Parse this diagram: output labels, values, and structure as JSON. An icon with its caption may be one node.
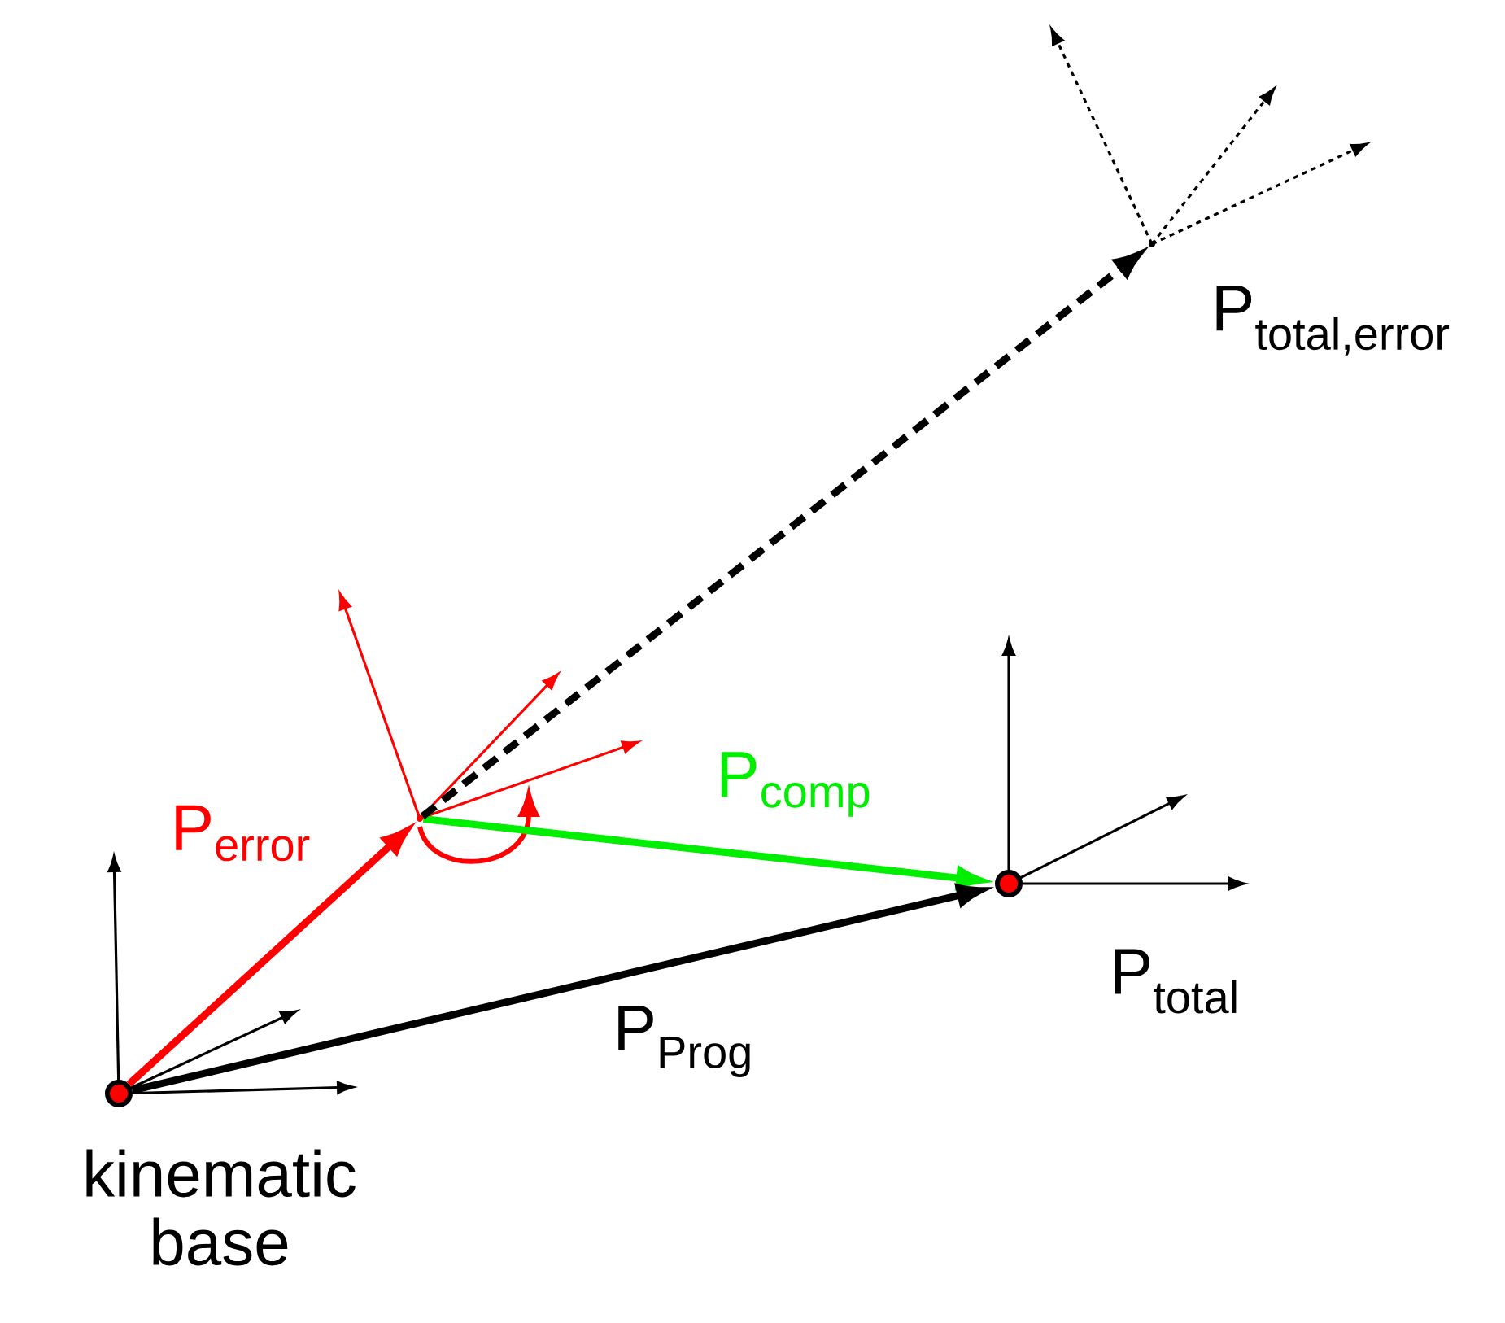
{
  "diagram": {
    "nodes": [
      {
        "text": [
          "kinematic base"
        ]
      },
      {
        "text": [],
        "shape": "point"
      },
      {
        "text": [
          "P$_{total}$"
        ]
      },
      {
        "text": [
          "\\text{P}_{\\text{total,error}}"
        ]
      }
    ],
    "edges": [
      {
        "from": 0,
        "to": 1,
        "arrow": "to",
        "label": "P$_{error}$",
        "color": "#ff0000"
      },
      {
        "from": 1,
        "to": 2,
        "arrow": "to",
        "label": "P$_{comp}$",
        "color": "#00ee00"
      },
      {
        "from": 0,
        "to": 2,
        "arrow": "to",
        "label": "P$_{Prog}$"
      },
      {
        "from": 1,
        "to": 3,
        "arrow": "to",
        "style": "dashed"
      }
    ]
  }
}
